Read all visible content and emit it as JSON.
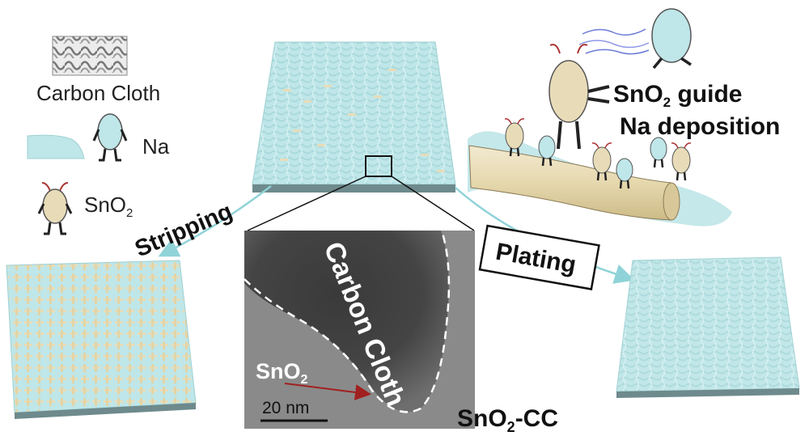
{
  "legend": {
    "carbon_cloth": "Carbon Cloth",
    "na": "Na",
    "sno2_base": "SnO",
    "sno2_sub": "2"
  },
  "guide": {
    "line1_pre": "SnO",
    "line1_sub": "2",
    "line1_post": " guide",
    "line2": "Na deposition"
  },
  "labels": {
    "stripping": "Stripping",
    "plating": "Plating",
    "sample_pre": "SnO",
    "sample_sub": "2",
    "sample_post": "-CC"
  },
  "tem": {
    "carbon_cloth": "Carbon Cloth",
    "sno2_pre": "SnO",
    "sno2_sub": "2",
    "scale_bar": "20 nm"
  },
  "colors": {
    "na_blue": "#bfe6e8",
    "sno2_beige": "#e8dcb8",
    "arrow_teal": "#8fd3d8",
    "tem_arrow": "#a02020"
  }
}
